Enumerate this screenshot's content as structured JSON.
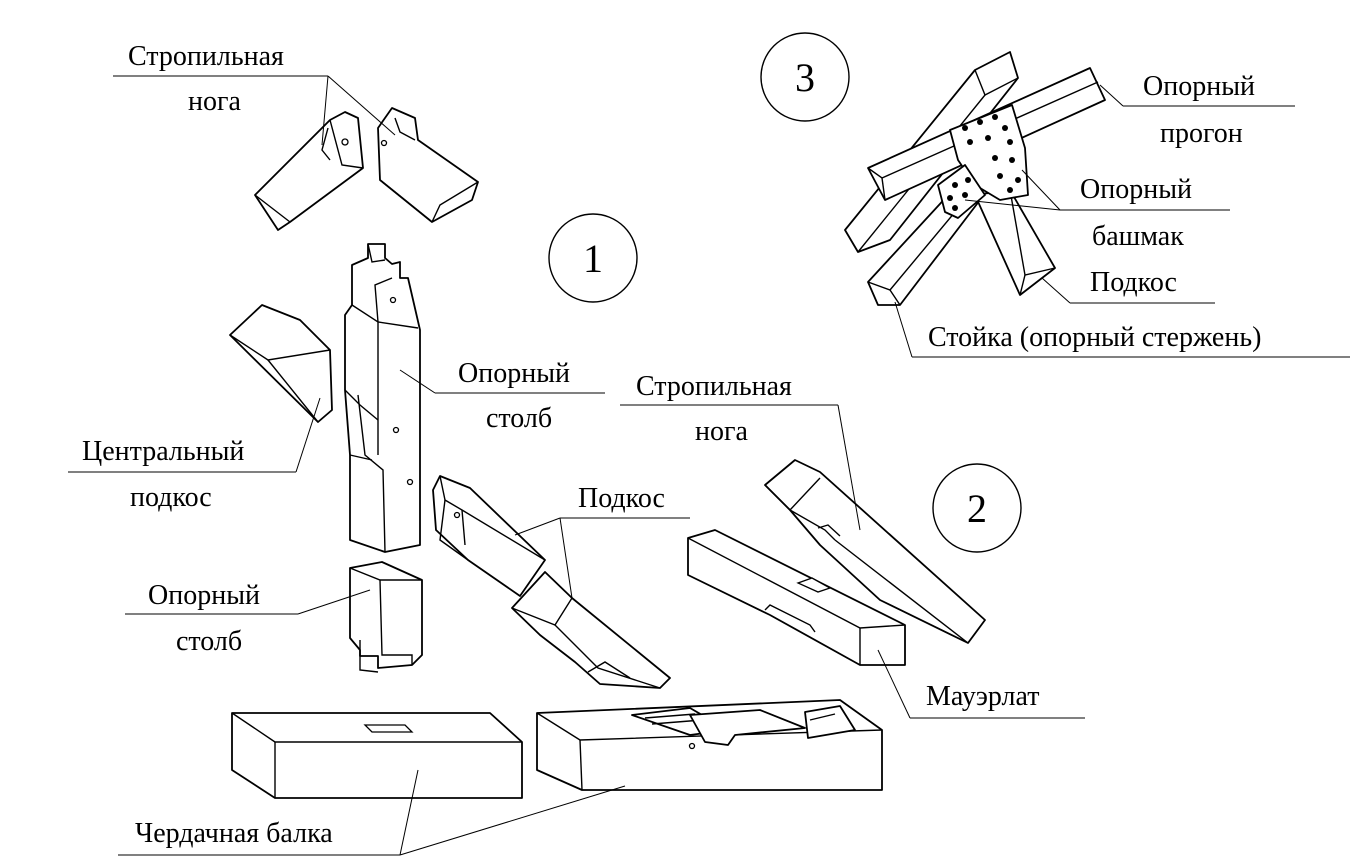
{
  "figure": {
    "markers": {
      "one": "1",
      "two": "2",
      "three": "3"
    },
    "labels": {
      "rafter_top_1": "Стропильная",
      "rafter_top_2": "нога",
      "post_1": "Опорный",
      "post_2": "столб",
      "central_brace_1": "Центральный",
      "central_brace_2": "подкос",
      "post_lower_1": "Опорный",
      "post_lower_2": "столб",
      "brace": "Подкос",
      "rafter_mid_1": "Стропильная",
      "rafter_mid_2": "нога",
      "mauerlat": "Мауэрлат",
      "ceiling_beam": "Чердачная балка",
      "purlin_1": "Опорный",
      "purlin_2": "прогон",
      "shoe_1": "Опорный",
      "shoe_2": "башмак",
      "brace_3": "Подкос",
      "rack": "Стойка (опорный стержень)"
    }
  }
}
